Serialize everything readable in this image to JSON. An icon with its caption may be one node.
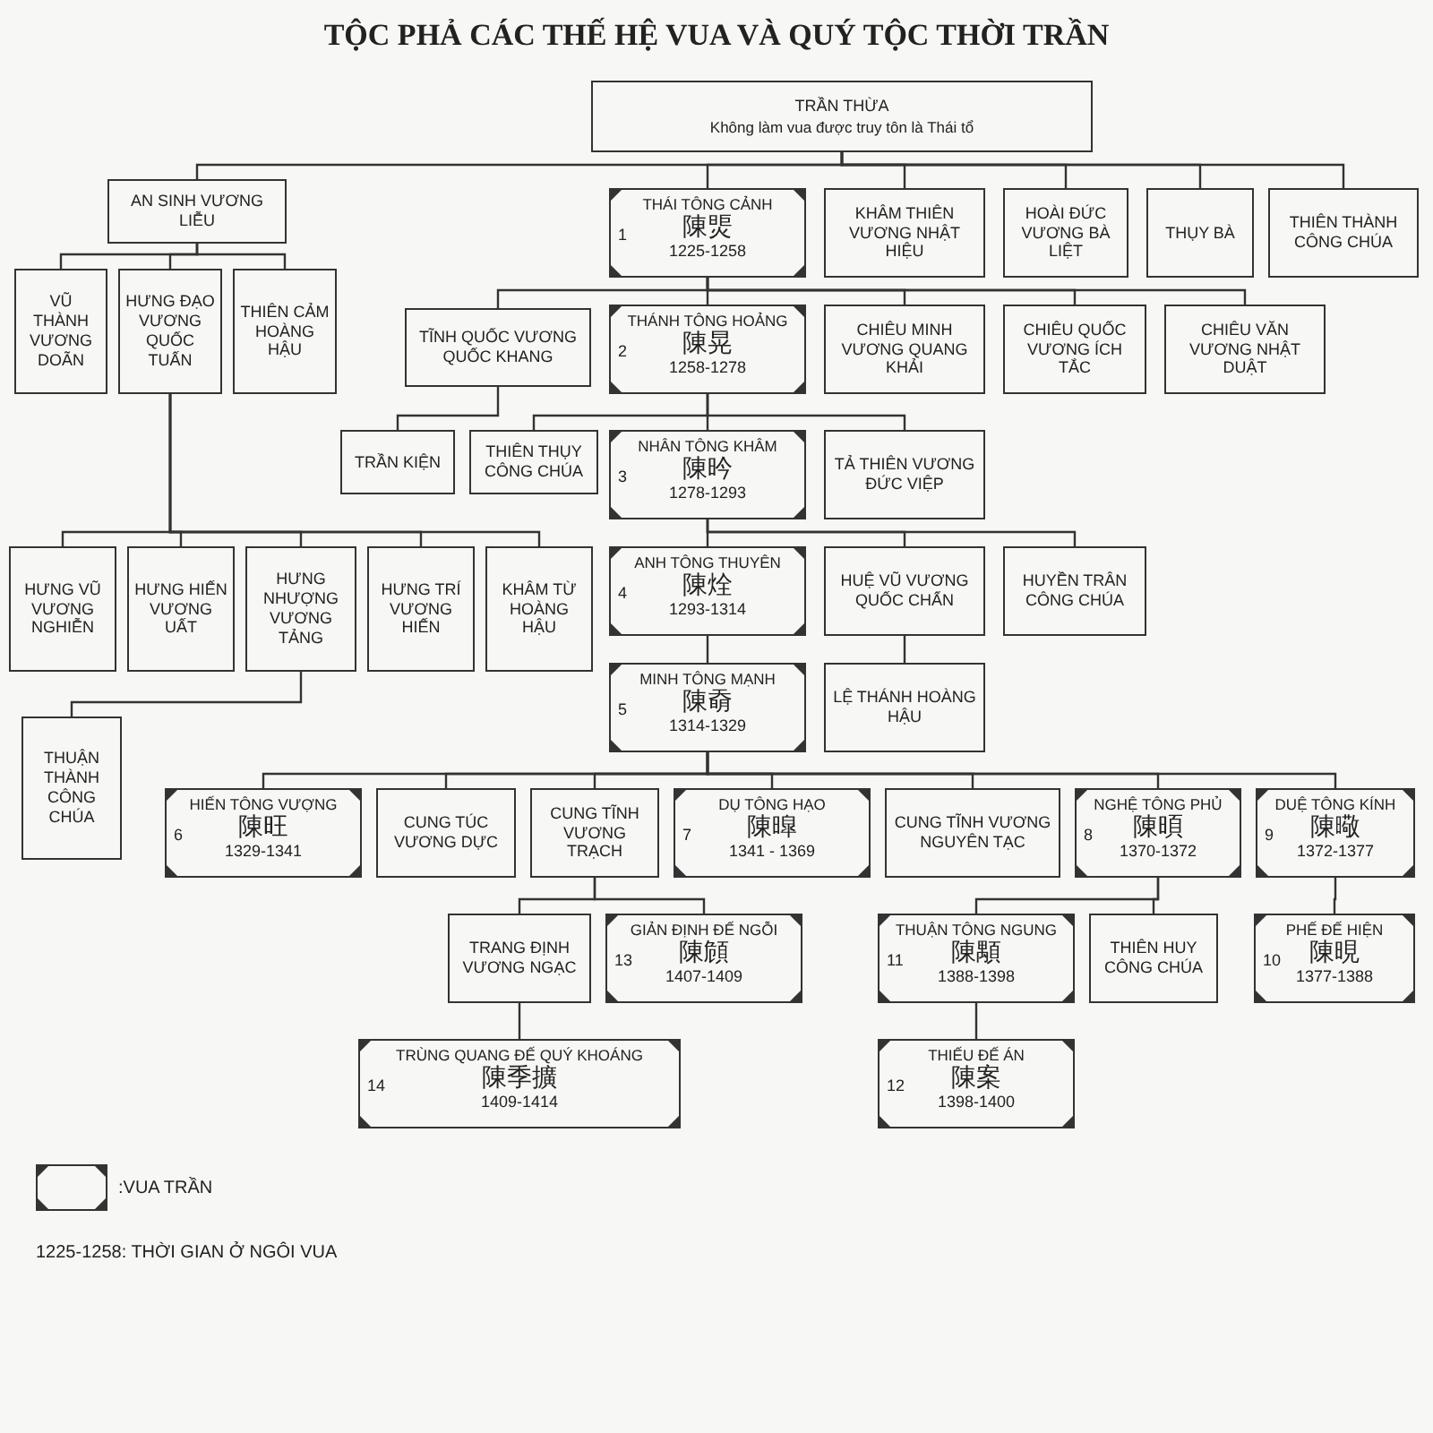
{
  "diagram": {
    "title": "TỘC PHẢ CÁC THẾ HỆ VUA VÀ QUÝ TỘC THỜI TRẦN",
    "nodes": [
      {
        "text": [
          "TRẦN THỪA",
          "Không làm vua được truy tôn là Thái tổ"
        ]
      },
      {
        "text": [
          "AN SINH VƯƠNG LIỄU"
        ]
      },
      {
        "text": [
          "THÁI TÔNG CẢNH",
          "1",
          "陳煚",
          "1225-1258"
        ]
      },
      {
        "text": [
          "KHÂM THIÊN VƯƠNG NHẬT HIỆU"
        ]
      },
      {
        "text": [
          "HOÀI ĐỨC VƯƠNG BÀ LIỆT"
        ]
      },
      {
        "text": [
          "THỤY BÀ"
        ]
      },
      {
        "text": [
          "THIÊN THÀNH CÔNG CHÚA"
        ]
      },
      {
        "text": [
          "VŨ THÀNH VƯƠNG DOÃN"
        ]
      },
      {
        "text": [
          "HƯNG ĐẠO VƯƠNG QUỐC TUẤN"
        ]
      },
      {
        "text": [
          "THIÊN CẢM HOÀNG HẬU"
        ]
      },
      {
        "text": [
          "TĨNH QUỐC VƯƠNG QUỐC KHANG"
        ]
      },
      {
        "text": [
          "THÁNH TÔNG HOẢNG",
          "2",
          "陳晃",
          "1258-1278"
        ]
      },
      {
        "text": [
          "CHIÊU MINH VƯƠNG QUANG KHẢI"
        ]
      },
      {
        "text": [
          "CHIÊU QUỐC VƯƠNG ÍCH TẮC"
        ]
      },
      {
        "text": [
          "CHIÊU VĂN VƯƠNG NHẬT DUẬT"
        ]
      },
      {
        "text": [
          "TRẦN KIỆN"
        ]
      },
      {
        "text": [
          "THIÊN THỤY CÔNG CHÚA"
        ]
      },
      {
        "text": [
          "NHÂN TÔNG KHÂM",
          "3",
          "陳昑",
          "1278-1293"
        ]
      },
      {
        "text": [
          "TẢ THIÊN VƯƠNG ĐỨC VIỆP"
        ]
      },
      {
        "text": [
          "HƯNG VŨ VƯƠNG NGHIỄN"
        ]
      },
      {
        "text": [
          "HƯNG HIẾN VƯƠNG UẤT"
        ]
      },
      {
        "text": [
          "HƯNG NHƯỢNG VƯƠNG TẢNG"
        ]
      },
      {
        "text": [
          "HƯNG TRÍ VƯƠNG HIẾN"
        ]
      },
      {
        "text": [
          "KHÂM TỪ HOÀNG HẬU"
        ]
      },
      {
        "text": [
          "ANH TÔNG THUYÊN",
          "4",
          "陳烇",
          "1293-1314"
        ]
      },
      {
        "text": [
          "HUỆ VŨ VƯƠNG QUỐC CHẨN"
        ]
      },
      {
        "text": [
          "HUYỀN TRÂN CÔNG CHÚA"
        ]
      },
      {
        "text": [
          "MINH TÔNG MẠNH",
          "5",
          "陳奣",
          "1314-1329"
        ]
      },
      {
        "text": [
          "LỆ THÁNH HOÀNG HẬU"
        ]
      },
      {
        "text": [
          "THUẬN THÀNH CÔNG CHÚA"
        ]
      },
      {
        "text": [
          "HIẾN TÔNG VƯỢNG",
          "6",
          "陳旺",
          "1329-1341"
        ]
      },
      {
        "text": [
          "CUNG TÚC VƯƠNG DỰC"
        ]
      },
      {
        "text": [
          "CUNG TĨNH VƯƠNG TRẠCH"
        ]
      },
      {
        "text": [
          "DỤ TÔNG HẠO",
          "7",
          "陳暭",
          "1341 - 1369"
        ]
      },
      {
        "text": [
          "CUNG TĨNH VƯƠNG NGUYÊN TẠC"
        ]
      },
      {
        "text": [
          "NGHỆ TÔNG PHỦ",
          "8",
          "陳暊",
          "1370-1372"
        ]
      },
      {
        "text": [
          "DUỆ TÔNG KÍNH",
          "9",
          "陳曔",
          "1372-1377"
        ]
      },
      {
        "text": [
          "TRANG ĐỊNH VƯƠNG NGẠC"
        ]
      },
      {
        "text": [
          "GIẢN ĐỊNH ĐẾ NGỖI",
          "13",
          "陳頠",
          "1407-1409"
        ]
      },
      {
        "text": [
          "THUẬN TÔNG NGUNG",
          "11",
          "陳顒",
          "1388-1398"
        ]
      },
      {
        "text": [
          "THIÊN HUY CÔNG CHÚA"
        ]
      },
      {
        "text": [
          "PHẾ ĐẾ HIỆN",
          "10",
          "陳晛",
          "1377-1388"
        ]
      },
      {
        "text": [
          "TRÙNG QUANG ĐẾ QUÝ KHOÁNG",
          "14",
          "陳季擴",
          "1409-1414"
        ]
      },
      {
        "text": [
          "THIẾU ĐẾ ÁN",
          "12",
          "陳案",
          "1398-1400"
        ]
      }
    ],
    "edges": [
      {
        "from": 0,
        "to": 1,
        "arrow": "none"
      },
      {
        "from": 0,
        "to": 2,
        "arrow": "none"
      },
      {
        "from": 0,
        "to": 3,
        "arrow": "none"
      },
      {
        "from": 0,
        "to": 4,
        "arrow": "none"
      },
      {
        "from": 0,
        "to": 5,
        "arrow": "none"
      },
      {
        "from": 0,
        "to": 6,
        "arrow": "none"
      },
      {
        "from": 1,
        "to": 7,
        "arrow": "none"
      },
      {
        "from": 1,
        "to": 8,
        "arrow": "none"
      },
      {
        "from": 1,
        "to": 9,
        "arrow": "none"
      },
      {
        "from": 2,
        "to": 10,
        "arrow": "none"
      },
      {
        "from": 2,
        "to": 11,
        "arrow": "none"
      },
      {
        "from": 2,
        "to": 12,
        "arrow": "none"
      },
      {
        "from": 2,
        "to": 13,
        "arrow": "none"
      },
      {
        "from": 2,
        "to": 14,
        "arrow": "none"
      },
      {
        "from": 10,
        "to": 15,
        "arrow": "none"
      },
      {
        "from": 11,
        "to": 16,
        "arrow": "none"
      },
      {
        "from": 11,
        "to": 17,
        "arrow": "none"
      },
      {
        "from": 11,
        "to": 18,
        "arrow": "none"
      },
      {
        "from": 8,
        "to": 19,
        "arrow": "none"
      },
      {
        "from": 8,
        "to": 20,
        "arrow": "none"
      },
      {
        "from": 8,
        "to": 21,
        "arrow": "none"
      },
      {
        "from": 8,
        "to": 22,
        "arrow": "none"
      },
      {
        "from": 8,
        "to": 23,
        "arrow": "none"
      },
      {
        "from": 17,
        "to": 24,
        "arrow": "none"
      },
      {
        "from": 17,
        "to": 25,
        "arrow": "none"
      },
      {
        "from": 17,
        "to": 26,
        "arrow": "none"
      },
      {
        "from": 24,
        "to": 27,
        "arrow": "none"
      },
      {
        "from": 25,
        "to": 28,
        "arrow": "none"
      },
      {
        "from": 21,
        "to": 29,
        "arrow": "none"
      },
      {
        "from": 27,
        "to": 30,
        "arrow": "none"
      },
      {
        "from": 27,
        "to": 31,
        "arrow": "none"
      },
      {
        "from": 27,
        "to": 32,
        "arrow": "none"
      },
      {
        "from": 27,
        "to": 33,
        "arrow": "none"
      },
      {
        "from": 27,
        "to": 34,
        "arrow": "none"
      },
      {
        "from": 27,
        "to": 35,
        "arrow": "none"
      },
      {
        "from": 27,
        "to": 36,
        "arrow": "none"
      },
      {
        "from": 32,
        "to": 37,
        "arrow": "none"
      },
      {
        "from": 32,
        "to": 38,
        "arrow": "none"
      },
      {
        "from": 35,
        "to": 39,
        "arrow": "none"
      },
      {
        "from": 35,
        "to": 40,
        "arrow": "none"
      },
      {
        "from": 36,
        "to": 41,
        "arrow": "none"
      },
      {
        "from": 37,
        "to": 42,
        "arrow": "none"
      },
      {
        "from": 39,
        "to": 43,
        "arrow": "none"
      }
    ],
    "labels": [
      "1225-1258: THỜI GIAN Ở NGÔI VUA"
    ],
    "legend": [
      {
        "text": ":VUA TRẦN"
      }
    ]
  }
}
